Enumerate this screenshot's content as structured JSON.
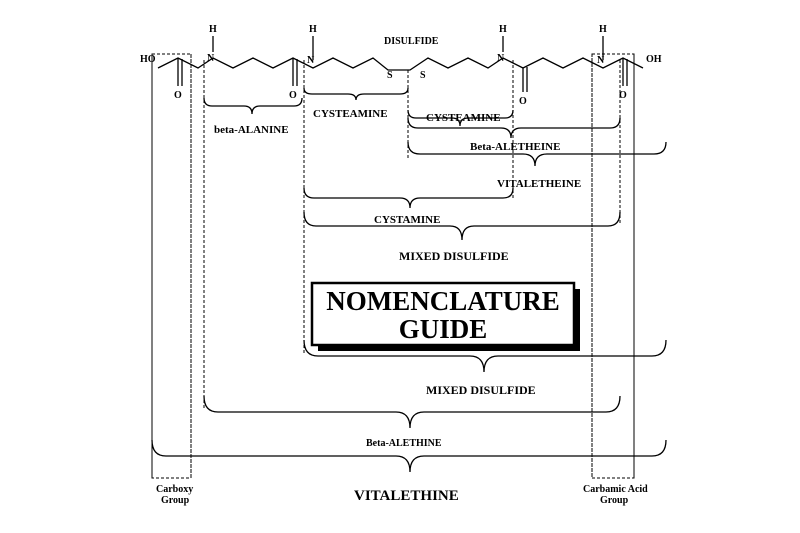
{
  "molecule": {
    "atom_h": "H",
    "atom_n": "N",
    "atom_o": "O",
    "atom_s": "S",
    "atom_oh": "OH",
    "atom_ho": "HO",
    "disulfide": "DISULFIDE"
  },
  "labels": {
    "beta_alanine": "beta-ALANINE",
    "cysteamine_left": "CYSTEAMINE",
    "cysteamine_right": "CYSTEAMINE",
    "beta_aletheine": "Beta-ALETHEINE",
    "vitaletheine": "VITALETHEINE",
    "cystamine": "CYSTAMINE",
    "mixed_disulfide_upper": "MIXED DISULFIDE",
    "mixed_disulfide_lower": "MIXED DISULFIDE",
    "beta_alethine": "Beta-ALETHINE",
    "carboxy_group_line1": "Carboxy",
    "carboxy_group_line2": "Group",
    "carbamic_group_line1": "Carbamic Acid",
    "carbamic_group_line2": "Group",
    "vitalethine": "VITALETHINE"
  },
  "title": {
    "line1": "NOMENCLATURE",
    "line2": "GUIDE"
  }
}
